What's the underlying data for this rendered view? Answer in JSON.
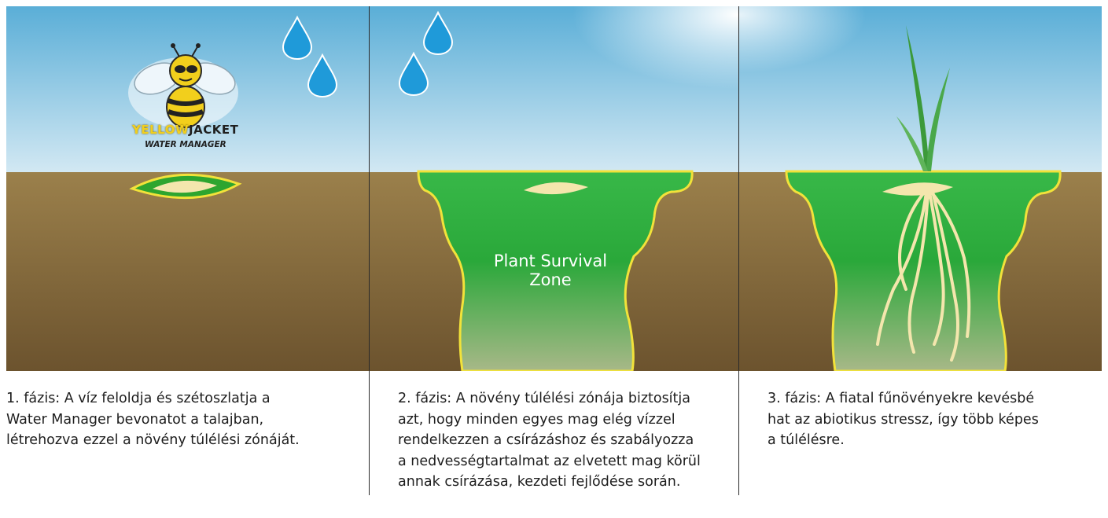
{
  "panels": [
    {
      "caption": "1. fázis: A víz feloldja és szétoszlatja a\nWater Manager bevonatot a talajban,\nlétrehozva ezzel a növény túlélési zónáját."
    },
    {
      "zone_label": "Plant Survival\nZone",
      "caption": "2. fázis: A növény túlélési zónája biztosítja\nazt, hogy minden egyes mag elég vízzel\nrendelkezzen a csírázáshoz és szabályozza\na nedvességtartalmat az elvetett mag körül\nannak csírázása, kezdeti fejlődése során."
    },
    {
      "caption": "3. fázis: A fiatal fűnövényekre kevésbé\nhat az abiotikus stressz, így több képes\na túlélésre."
    }
  ],
  "logo": {
    "word1": "YELLOW",
    "word2": "JACKET",
    "tagline": "WATER MANAGER"
  },
  "colors": {
    "sky_top": "#5fb0d8",
    "sky_bottom": "#cfe6f2",
    "soil_top": "#9a7f4a",
    "soil_bottom": "#6e5530",
    "zone_green": "#2aa83a",
    "zone_outline": "#f2e23a",
    "seed": "#f3e4a8",
    "drop": "#1f9ad9"
  }
}
